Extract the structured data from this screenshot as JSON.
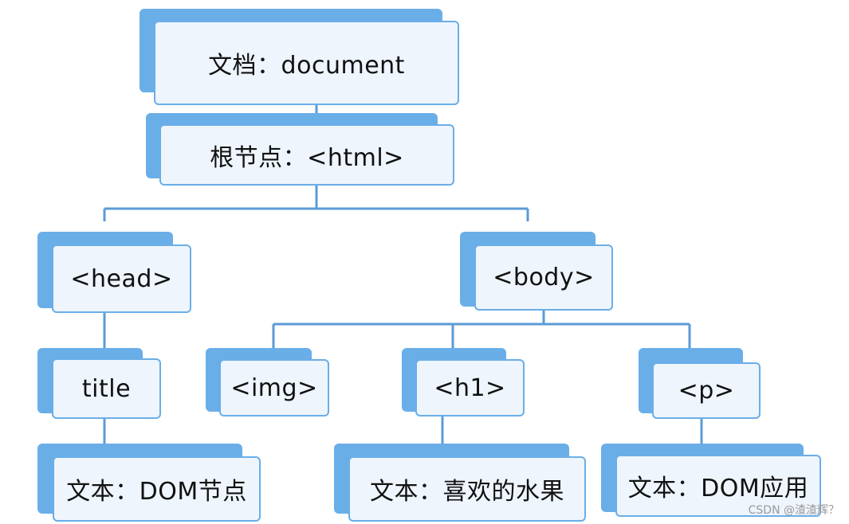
{
  "diagram": {
    "nodes": {
      "document": "文档：document",
      "html": "根节点：<html>",
      "head": "<head>",
      "body": "<body>",
      "title": "title",
      "img": "<img>",
      "h1": "<h1>",
      "p": "<p>",
      "text_dom_node": "文本：DOM节点",
      "text_fruit": "文本：喜欢的水果",
      "text_dom_app": "文本：DOM应用"
    },
    "colors": {
      "accent": "#6aaee8",
      "card_fill": "#eef5fc",
      "connector": "#5b9bd5"
    }
  },
  "watermark": "CSDN @渣渣辉？"
}
